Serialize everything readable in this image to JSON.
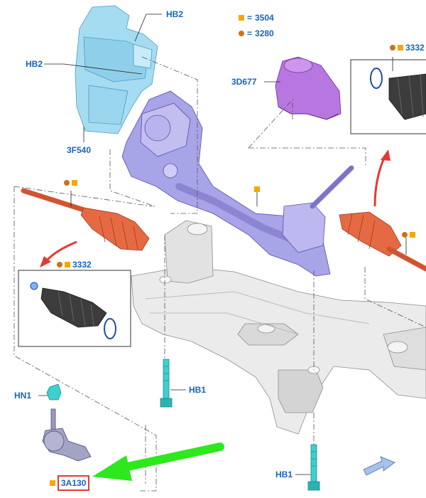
{
  "legend": {
    "square_code": "3504",
    "dot_code": "3280",
    "equals": "=",
    "square_color": "#f5a800",
    "dot_color": "#c8741c"
  },
  "callouts": {
    "hb2_top": "HB2",
    "hb2_left": "HB2",
    "shield_part": "3F540",
    "upper_part": "3D677",
    "left_boot_kit": "3332",
    "right_boot_kit": "3332",
    "hb1_center": "HB1",
    "hb1_bottom": "HB1",
    "hn1": "HN1",
    "tie_rod_end": "3A130"
  },
  "colors": {
    "callout_blue": "#1565c0",
    "shield_blue": "#a6dcf2",
    "gear_purple": "#a8a4e8",
    "boot_orange": "#e56a43",
    "subframe_gray": "#e6e6e6",
    "highlight_red": "#e53935",
    "arrow_green": "#2ee81e",
    "bolt_teal": "#3ecfcf"
  },
  "icons": {
    "direction_arrow": "front-direction-arrow-icon",
    "pointer_arrow": "green-pointer-arrow-icon"
  }
}
